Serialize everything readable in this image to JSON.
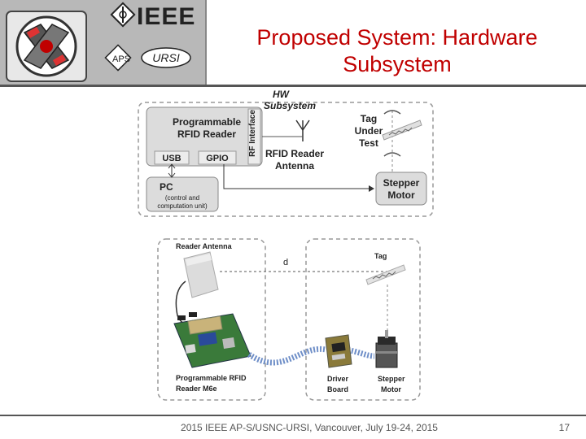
{
  "header": {
    "title_line1": "Proposed System: Hardware",
    "title_line2": "Subsystem",
    "ieee_label": "IEEE",
    "ursi_label": "URSI",
    "aps_letters": "APS"
  },
  "top_diagram": {
    "hw_label_line1": "HW",
    "hw_label_line2": "Subsystem",
    "reader_line1": "Programmable",
    "reader_line2": "RFID Reader",
    "rf_interface": "RF Interface",
    "usb": "USB",
    "gpio": "GPIO",
    "antenna_line1": "RFID Reader",
    "antenna_line2": "Antenna",
    "tag_line1": "Tag",
    "tag_line2": "Under",
    "tag_line3": "Test",
    "pc_title": "PC",
    "pc_sub1": "(control and",
    "pc_sub2": "computation unit)",
    "stepper_line1": "Stepper",
    "stepper_line2": "Motor"
  },
  "bottom_diagram": {
    "reader_antenna": "Reader Antenna",
    "distance": "d",
    "tag": "Tag",
    "reader_line1": "Programmable RFID",
    "reader_line2": "Reader M6e",
    "driver_line1": "Driver",
    "driver_line2": "Board",
    "stepper_line1": "Stepper",
    "stepper_line2": "Motor"
  },
  "footer": {
    "text": "2015 IEEE AP-S/USNC-URSI, Vancouver, July 19-24, 2015",
    "page": "17"
  }
}
